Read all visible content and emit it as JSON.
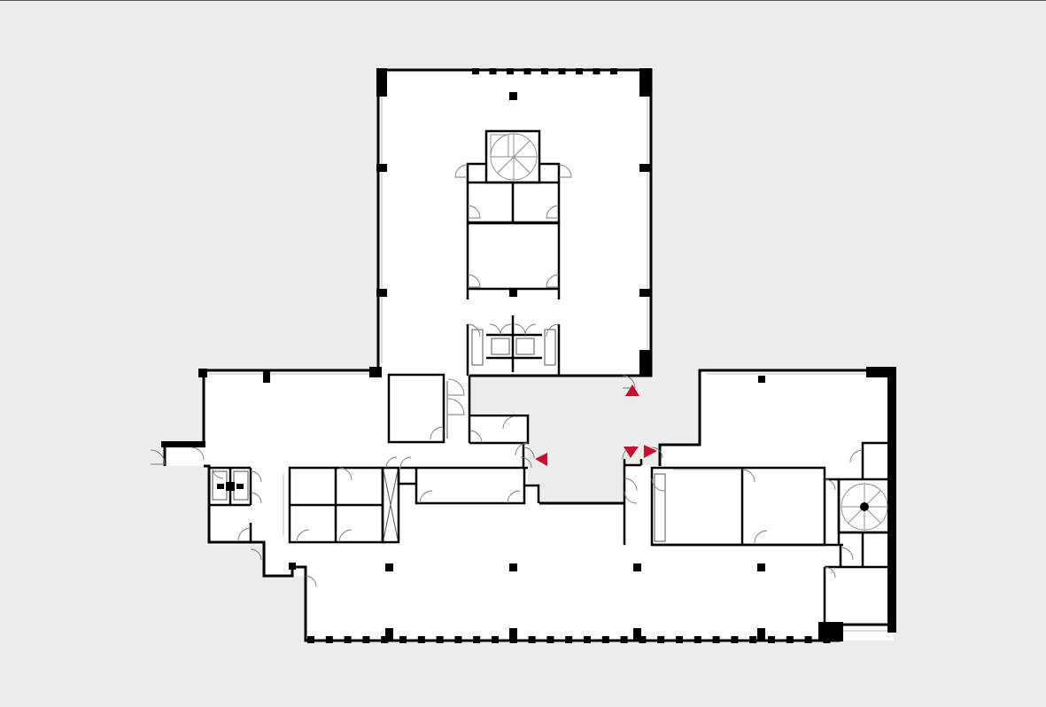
{
  "colors": {
    "background": "#ececec",
    "floor": "#ffffff",
    "wall": "#000000",
    "window": "#cfcfcf",
    "lobby": "#ececec",
    "entrance_marker": "#c8102e"
  },
  "icons": {
    "entrance_markers": [
      "triangle-up",
      "triangle-left",
      "triangle-down",
      "triangle-right"
    ],
    "stairs": [
      "spiral-stair",
      "spiral-stair"
    ]
  }
}
